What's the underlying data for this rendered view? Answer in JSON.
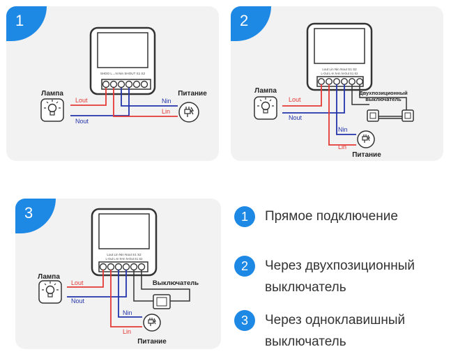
{
  "panels": [
    {
      "number": "1",
      "terminal_top": [
        "SHDO",
        "L→N",
        "Nin",
        "SHOUT",
        "S1",
        "S2"
      ],
      "lamp_label": "Лампа",
      "power_label": "Питание",
      "wires": {
        "lout": "Lout",
        "nout": "Nout",
        "nin": "Nin",
        "lin": "Lin"
      }
    },
    {
      "number": "2",
      "terminal_top": [
        "Lout",
        "Lin",
        "Nin",
        "Nout",
        "S1",
        "S2"
      ],
      "terminal_bottom": [
        "L-Out",
        "L-In",
        "N-In",
        "N-Out",
        "S1",
        "S2"
      ],
      "lamp_label": "Лампа",
      "power_label": "Питание",
      "switch_label_1": "Двухпозиционный",
      "switch_label_2": "выключатель",
      "wires": {
        "lout": "Lout",
        "nout": "Nout",
        "nin": "Nin",
        "lin": "Lin"
      }
    },
    {
      "number": "3",
      "terminal_top": [
        "Lout",
        "Lin",
        "Nin",
        "Nout",
        "S1",
        "S2"
      ],
      "terminal_bottom": [
        "L-Out",
        "L-In",
        "N-In",
        "N-Out",
        "S1",
        "S2"
      ],
      "lamp_label": "Лампа",
      "power_label": "Питание",
      "switch_label": "Выключатель",
      "wires": {
        "lout": "Lout",
        "nout": "Nout",
        "nin": "Nin",
        "lin": "Lin"
      }
    }
  ],
  "legend": [
    {
      "number": "1",
      "text": "Прямое подключение"
    },
    {
      "number": "2",
      "text": "Через двухпозиционный выключатель"
    },
    {
      "number": "3",
      "text": "Через одноклавишный выключатель"
    }
  ],
  "colors": {
    "accent": "#1e88e5",
    "live": "#e53935",
    "neutral": "#2233aa",
    "device": "#333333"
  },
  "icons": [
    "bulb-icon",
    "plug-icon",
    "switch-icon"
  ]
}
